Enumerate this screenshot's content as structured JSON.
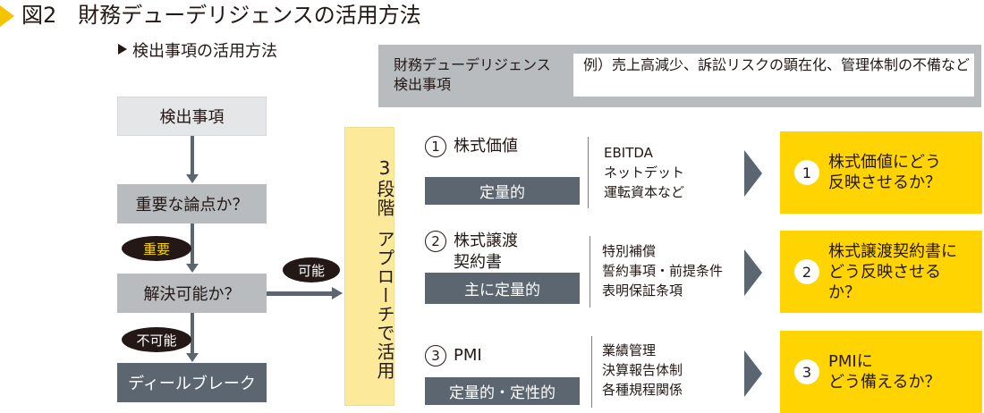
{
  "header": {
    "figure_number": "図2",
    "title": "財務デューデリジェンスの活用方法",
    "accent_color": "#f5c400",
    "subtitle": "検出事項の活用方法"
  },
  "example_panel": {
    "label_line1": "財務デューデリジェンス",
    "label_line2": "検出事項",
    "prefix": "例）",
    "text": "売上高減少、訴訟リスクの顕在化、管理体制の不備など"
  },
  "flow": {
    "box1": "検出事項",
    "box2": "重要な論点か？",
    "box3": "解決可能か？",
    "box4": "ディールブレーク",
    "pill_important": "重要",
    "pill_impossible": "不可能",
    "pill_possible": "可能"
  },
  "approach": {
    "line1": "3段階",
    "line2": "アプローチで活用"
  },
  "steps": [
    {
      "num": "1",
      "title_line1": "株式価値",
      "title_line2": "",
      "type": "定量的",
      "items": [
        "EBITDA",
        "ネットデット",
        "運転資本など"
      ],
      "result_num": "1",
      "result_lines": [
        "株式価値にどう",
        "反映させるか？"
      ]
    },
    {
      "num": "2",
      "title_line1": "株式譲渡",
      "title_line2": "契約書",
      "type": "主に定量的",
      "items": [
        "特別補償",
        "誓約事項・前提条件",
        "表明保証条項"
      ],
      "result_num": "2",
      "result_lines": [
        "株式譲渡契約書に",
        "どう反映させる",
        "か？"
      ]
    },
    {
      "num": "3",
      "title_line1": "PMI",
      "title_line2": "",
      "type": "定量的・定性的",
      "items": [
        "業績管理",
        "決算報告体制",
        "各種規程関係"
      ],
      "result_num": "3",
      "result_lines": [
        "PMIに",
        "どう備えるか？"
      ]
    }
  ],
  "colors": {
    "dark_slate": "#5b6670",
    "light_gray": "#e5e6e7",
    "mid_gray": "#b9bcbf",
    "pale_yellow": "#fde99a",
    "bright_yellow": "#ffd400"
  }
}
